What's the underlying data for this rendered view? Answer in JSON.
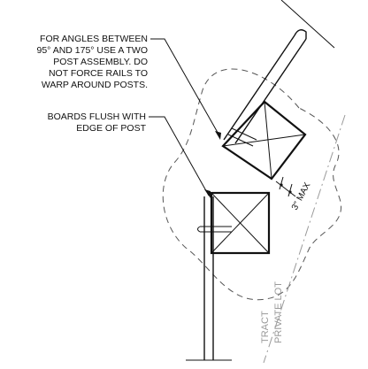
{
  "notes": {
    "two_post": [
      "FOR ANGLES  BETWEEN",
      "95° AND 175° USE A TWO",
      "POST ASSEMBLY. DO",
      "NOT FORCE RAILS TO",
      "WARP AROUND POSTS."
    ],
    "flush": [
      "BOARDS FLUSH WITH",
      "EDGE OF POST"
    ]
  },
  "dimension": {
    "label": "3\" MAX"
  },
  "property_line": {
    "label_left": "TRACT",
    "label_right": "PRIVATE LOT"
  }
}
